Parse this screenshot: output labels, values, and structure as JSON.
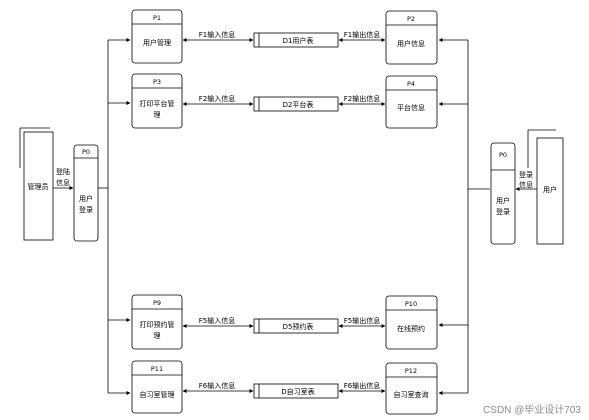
{
  "actors": {
    "admin": "管理员",
    "user": "用户"
  },
  "login_flows": {
    "admin": [
      "登陆",
      "信息"
    ],
    "user": [
      "登录",
      "信息"
    ]
  },
  "processes": {
    "p0_left": {
      "id": "P0",
      "lines": [
        "用户",
        "登录"
      ]
    },
    "p0_right": {
      "id": "P0",
      "lines": [
        "用户",
        "登录"
      ]
    },
    "p1": {
      "id": "P1",
      "lines": [
        "用户管理"
      ]
    },
    "p3": {
      "id": "P3",
      "lines": [
        "打印平台管",
        "理"
      ]
    },
    "p9": {
      "id": "P9",
      "lines": [
        "打印预约管",
        "理"
      ]
    },
    "p11": {
      "id": "P11",
      "lines": [
        "自习室管理"
      ]
    },
    "p2": {
      "id": "P2",
      "lines": [
        "用户信息"
      ]
    },
    "p4": {
      "id": "P4",
      "lines": [
        "平台信息"
      ]
    },
    "p10": {
      "id": "P10",
      "lines": [
        "在线预约"
      ]
    },
    "p12": {
      "id": "P12",
      "lines": [
        "自习室查询"
      ]
    }
  },
  "stores": {
    "d1": "D1用户表",
    "d2": "D2平台表",
    "d5": "D5预约表",
    "d": "D自习室表"
  },
  "flows": {
    "f1_in": "F1输入信息",
    "f1_out": "F1输出信息",
    "f2_in": "F2输入信息",
    "f2_out": "F2输出信息",
    "f5_in": "F5输入信息",
    "f5_out": "F5输出信息",
    "f6_in": "F6输入信息",
    "f6_out": "F6输出信息"
  },
  "watermark": "CSDN @毕业设计703"
}
